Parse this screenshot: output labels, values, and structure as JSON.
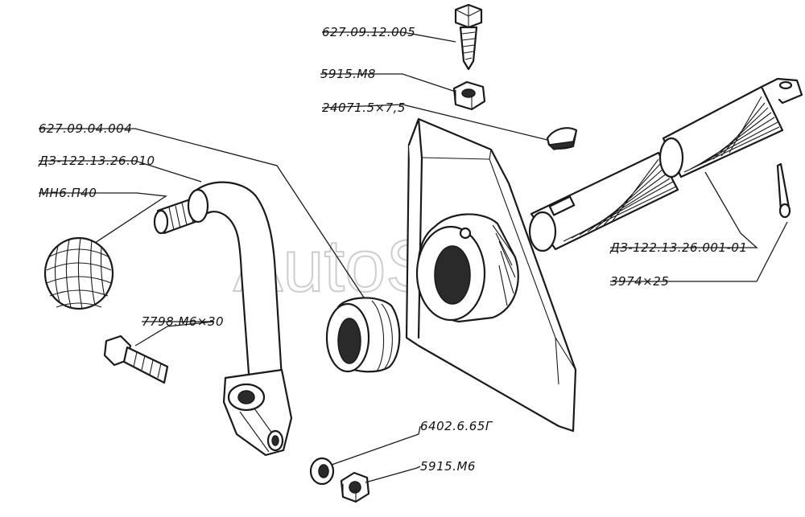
{
  "watermark": "AutoSoft",
  "labels": {
    "bolt_top": "627.09.12.005",
    "nut_m8": "5915.М8",
    "key": "24071.5×7,5",
    "lever_part": "627.09.04.004",
    "lever_rod": "ДЗ-122.13.26.010",
    "knob": "МН6.П40",
    "bolt_m6": "7798.М6×30",
    "washer": "6402.6.65Г",
    "nut_m6": "5915.М6",
    "shaft": "ДЗ-122.13.26.001-01",
    "cotter_pin": "3974×25"
  }
}
